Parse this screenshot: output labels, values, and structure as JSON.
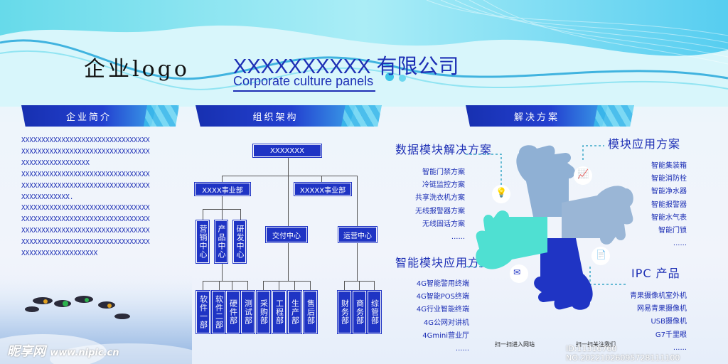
{
  "header": {
    "logo": "企业logo",
    "company": "XXXXXXXXXX 有限公司",
    "subtitle": "Corporate culture panels"
  },
  "sections": {
    "intro": "企业简介",
    "org": "组织架构",
    "solution": "解决方案"
  },
  "intro_lines": [
    "XXXXXXXXXXXXXXXXXXXXXXXXXXXXXXXX",
    "XXXXXXXXXXXXXXXXXXXXXXXXXXXXXXXX",
    "XXXXXXXXXXXXXXXXX",
    "XXXXXXXXXXXXXXXXXXXXXXXXXXXXXXXX",
    "XXXXXXXXXXXXXXXXXXXXXXXXXXXXXXXX",
    "XXXXXXXXXXXX.",
    "XXXXXXXXXXXXXXXXXXXXXXXXXXXXXXXX",
    "XXXXXXXXXXXXXXXXXXXXXXXXXXXXXXXX",
    "XXXXXXXXXXXXXXXXXXXXXXXXXXXXXXXX",
    "XXXXXXXXXXXXXXXXXXXXXXXXXXXXXXXX",
    "XXXXXXXXXXXXXXXXXXX"
  ],
  "org": {
    "root": "XXXXXXX",
    "division_left": "XXXX事业部",
    "division_right": "XXXXX事业部",
    "center_a": "营销中心",
    "center_b": "产品中心",
    "center_c": "研发中心",
    "delivery": "交付中心",
    "operations": "运营中心",
    "dept_1": "软件一部",
    "dept_2": "软件二部",
    "dept_3": "硬件部",
    "dept_4": "测试部",
    "dept_5": "采购部",
    "dept_6": "工程部",
    "dept_7": "生产部",
    "dept_8": "售后部",
    "dept_9": "财务部",
    "dept_10": "商务部",
    "dept_11": "综管部"
  },
  "solution": {
    "data_title": "数据模块解决方案",
    "data_items": [
      "智能门禁方案",
      "冷链监控方案",
      "共享洗衣机方案",
      "无线报警器方案",
      "无线固话方案",
      "......"
    ],
    "smart_title": "智能模块应用方案",
    "smart_items": [
      "4G智能警用终端",
      "4G智能POS终端",
      "4G行业智能终端",
      "4G公网对讲机",
      "4Gmini营业厅",
      "......"
    ],
    "module_title": "模块应用方案",
    "module_items": [
      "智能集装箱",
      "智能消防栓",
      "智能净水器",
      "智能报警器",
      "智能水气表",
      "智能门锁",
      "......"
    ],
    "ipc_title": "IPC 产品",
    "ipc_items": [
      "青果摄像机室外机",
      "网易青果摄像机",
      "USB摄像机",
      "G7千里眼",
      "......"
    ],
    "qr_website": "扫一扫进入网站",
    "qr_follow": "扫一扫关注我们"
  },
  "watermark": {
    "left": "昵享网",
    "left_url": "www.nipic.cn",
    "right": "ID:11316760 NO:20221026095728111100"
  },
  "colors": {
    "primary": "#1d2fb5",
    "node": "#1f34c4",
    "hand_teal": "#4fe0d2",
    "hand_grey": "#8fb0d4",
    "hand_blue": "#1f34c4"
  }
}
